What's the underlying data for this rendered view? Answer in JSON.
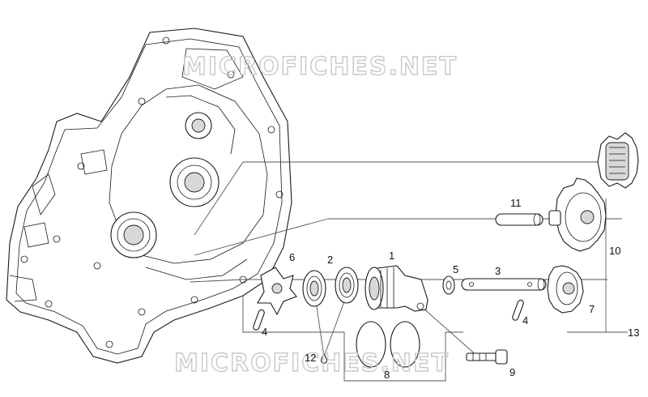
{
  "watermark": "MICROFICHES.NET",
  "labels": {
    "p1": "1",
    "p2": "2",
    "p3": "3",
    "p4a": "4",
    "p4b": "4",
    "p5": "5",
    "p6": "6",
    "p7": "7",
    "p8": "8",
    "p9": "9",
    "p10": "10",
    "p11": "11",
    "p12": "12",
    "p13": "13"
  },
  "colors": {
    "line": "#1a1a1a",
    "watermark": "#c9c9c9",
    "background": "#ffffff"
  }
}
